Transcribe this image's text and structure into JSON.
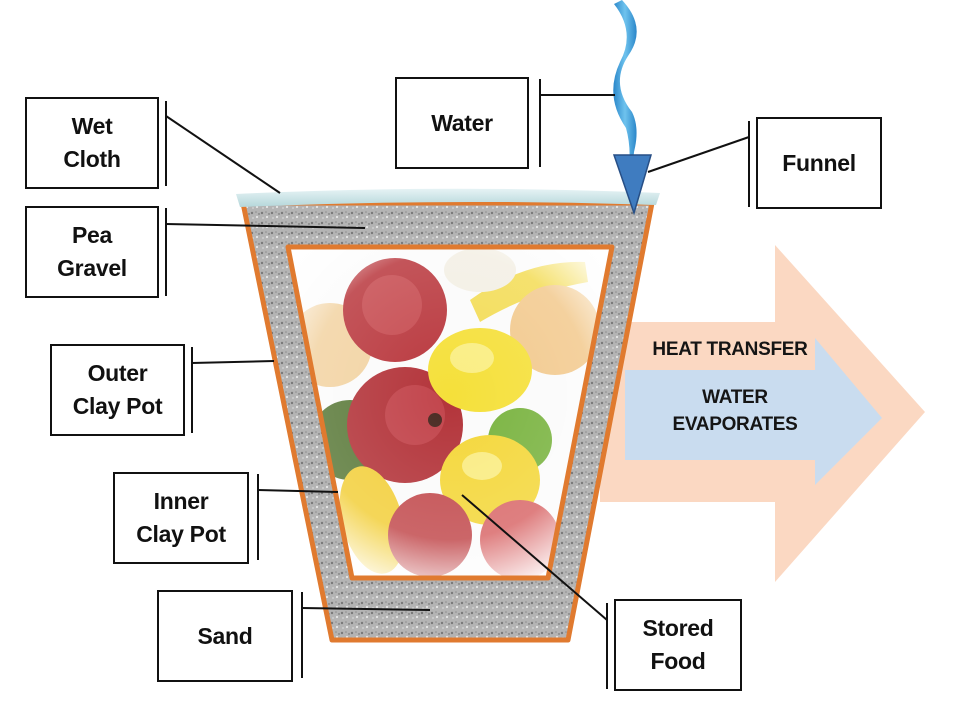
{
  "labels": {
    "wet_cloth": [
      "Wet",
      "Cloth"
    ],
    "pea_gravel": [
      "Pea",
      "Gravel"
    ],
    "outer_clay_pot": [
      "Outer",
      "Clay Pot"
    ],
    "inner_clay_pot": [
      "Inner",
      "Clay Pot"
    ],
    "sand": "Sand",
    "water": "Water",
    "funnel": "Funnel",
    "stored_food": [
      "Stored",
      "Food"
    ]
  },
  "arrow": {
    "heat_transfer": "HEAT TRANSFER",
    "water_evaporates": [
      "WATER",
      "EVAPORATES"
    ]
  },
  "colors": {
    "clay_pot": "#e07a2f",
    "sand_gravel": "#b8b8b8",
    "water": "#3a9fd8",
    "heat_arrow": "#fbd8c2",
    "evaporation_arrow": "#c9dcef"
  }
}
